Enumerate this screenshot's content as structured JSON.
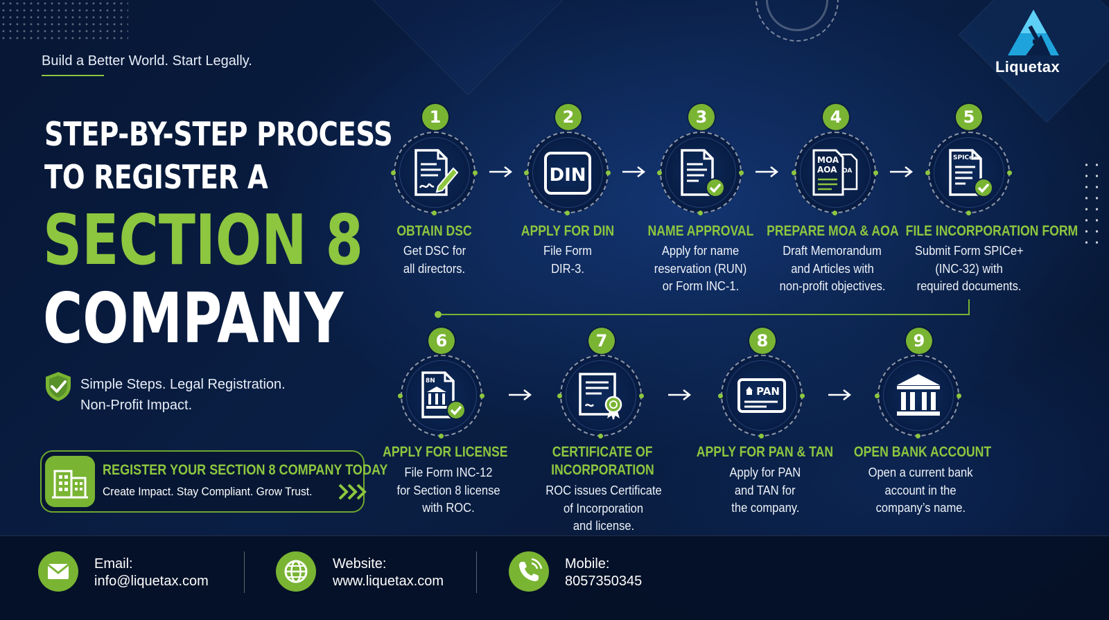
{
  "tagline": "Build a Better World. Start Legally.",
  "title": {
    "line1": "STEP-BY-STEP PROCESS",
    "line2": "TO REGISTER A",
    "line3": "SECTION 8",
    "line4": "COMPANY"
  },
  "simple": {
    "line1": "Simple Steps. Legal Registration.",
    "line2": "Non-Profit Impact."
  },
  "cta": {
    "title": "REGISTER YOUR SECTION 8 COMPANY TODAY",
    "subtitle": "Create Impact. Stay Compliant. Grow Trust."
  },
  "logo": {
    "name": "Liquetax"
  },
  "steps": [
    {
      "num": "1",
      "title": "OBTAIN DSC",
      "desc": [
        "Get DSC for",
        "all directors."
      ],
      "icon": "document-signature-icon"
    },
    {
      "num": "2",
      "title": "APPLY FOR DIN",
      "desc": [
        "File Form",
        "DIR-3."
      ],
      "icon": "din-card-icon",
      "icon_text": "DIN"
    },
    {
      "num": "3",
      "title": "NAME APPROVAL",
      "desc": [
        "Apply for name",
        "reservation (RUN)",
        "or Form INC-1."
      ],
      "icon": "document-check-icon"
    },
    {
      "num": "4",
      "title": "PREPARE MOA & AOA",
      "desc": [
        "Draft Memorandum",
        "and Articles with",
        "non-profit objectives."
      ],
      "icon": "moa-aoa-documents-icon",
      "icon_text": [
        "MOA",
        "AOA",
        "AOA"
      ]
    },
    {
      "num": "5",
      "title": "FILE INCORPORATION FORM",
      "desc": [
        "Submit Form SPICe+",
        "(INC-32) with",
        "required documents."
      ],
      "icon": "spice-form-check-icon",
      "icon_text": "SPICe+"
    },
    {
      "num": "6",
      "title": "APPLY FOR LICENSE",
      "desc": [
        "File Form INC-12",
        "for Section 8 license",
        "with ROC."
      ],
      "icon": "license-bank-document-icon",
      "icon_text": "8N"
    },
    {
      "num": "7",
      "title": [
        "CERTIFICATE OF",
        "INCORPORATION"
      ],
      "desc": [
        "ROC issues Certificate",
        "of Incorporation",
        "and license."
      ],
      "icon": "certificate-ribbon-icon"
    },
    {
      "num": "8",
      "title": "APPLY FOR PAN & TAN",
      "desc": [
        "Apply for PAN",
        "and TAN for",
        "the company."
      ],
      "icon": "pan-card-icon",
      "icon_text": "PAN"
    },
    {
      "num": "9",
      "title": "OPEN BANK ACCOUNT",
      "desc": [
        "Open a current bank",
        "account in the",
        "company’s name."
      ],
      "icon": "bank-building-icon"
    }
  ],
  "footer": {
    "email": {
      "label": "Email:",
      "value": "info@liquetax.com",
      "icon": "envelope-icon"
    },
    "website": {
      "label": "Website:",
      "value": "www.liquetax.com",
      "icon": "globe-icon"
    },
    "mobile": {
      "label": "Mobile:",
      "value": "8057350345",
      "icon": "phone-icon"
    }
  },
  "colors": {
    "accent": "#8dc63f",
    "accent_dark": "#79b433",
    "background": "#0a1f45"
  }
}
